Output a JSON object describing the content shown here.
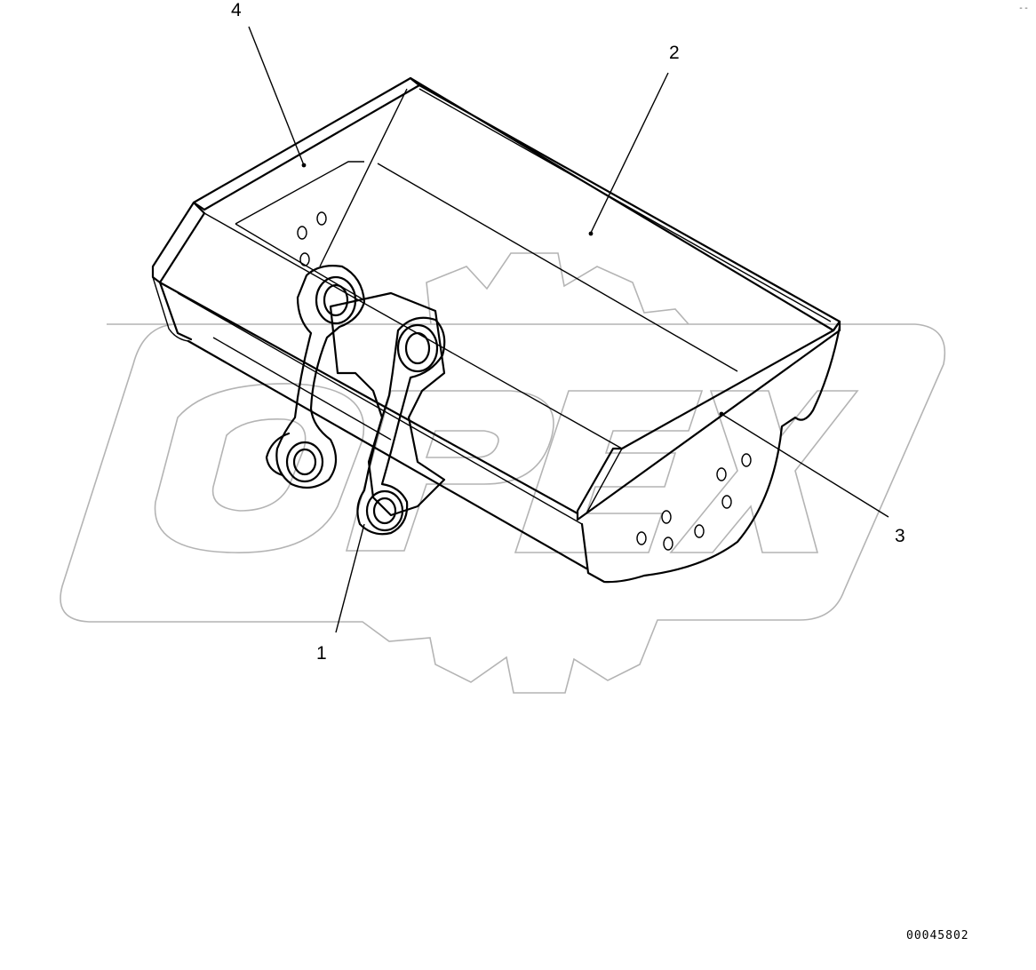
{
  "callouts": {
    "c1": "1",
    "c2": "2",
    "c3": "3",
    "c4": "4"
  },
  "drawing_number": "00045802",
  "corner_mark": "‐‐",
  "watermark": {
    "brand_text": "OPEX",
    "color": "#b4b4b4"
  },
  "part_icon": "excavator-bucket-drawing"
}
